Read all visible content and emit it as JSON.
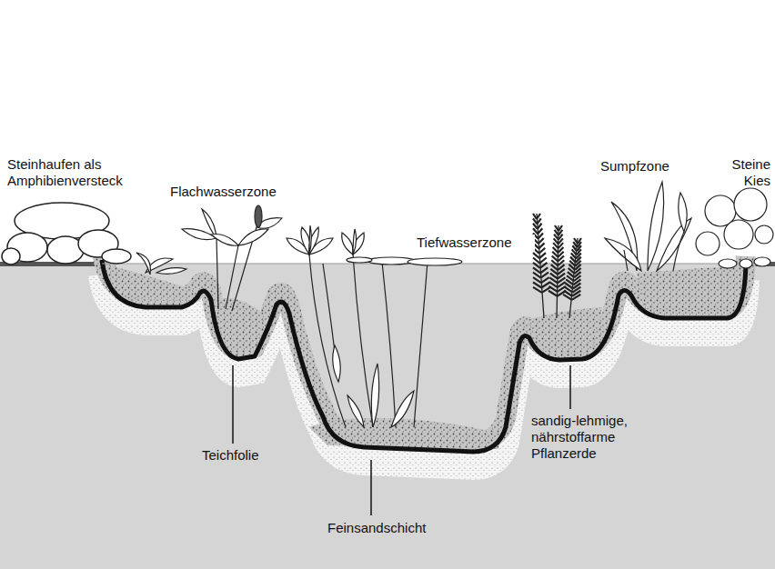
{
  "diagram": {
    "labels": [
      "Steinhaufen als Amphibienversteck",
      "Flachwasserzone",
      "Tiefwasserzone",
      "Sumpfzone",
      "Steine Kies",
      "Teichfolie",
      "Feinsandschicht",
      "sandig-lehmige, nährstoffarme Pflanzerde"
    ]
  }
}
